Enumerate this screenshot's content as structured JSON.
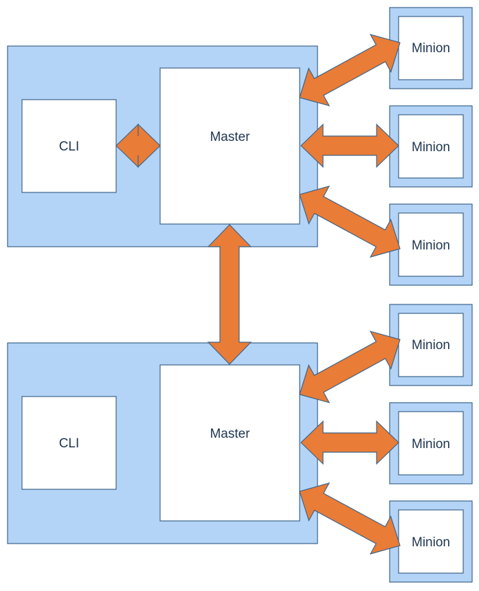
{
  "diagram": {
    "colors": {
      "container_fill": "#b3d3f7",
      "container_stroke": "#3d6489",
      "node_fill": "#ffffff",
      "arrow_fill": "#e97c36",
      "arrow_stroke": "#3d6489",
      "text": "#1f3551"
    },
    "groups": [
      {
        "cli_label": "CLI",
        "master_label": "Master",
        "minions": [
          "Minion",
          "Minion",
          "Minion"
        ],
        "cli_master_link": true
      },
      {
        "cli_label": "CLI",
        "master_label": "Master",
        "minions": [
          "Minion",
          "Minion",
          "Minion"
        ],
        "cli_master_link": false
      }
    ],
    "master_master_link": true
  }
}
